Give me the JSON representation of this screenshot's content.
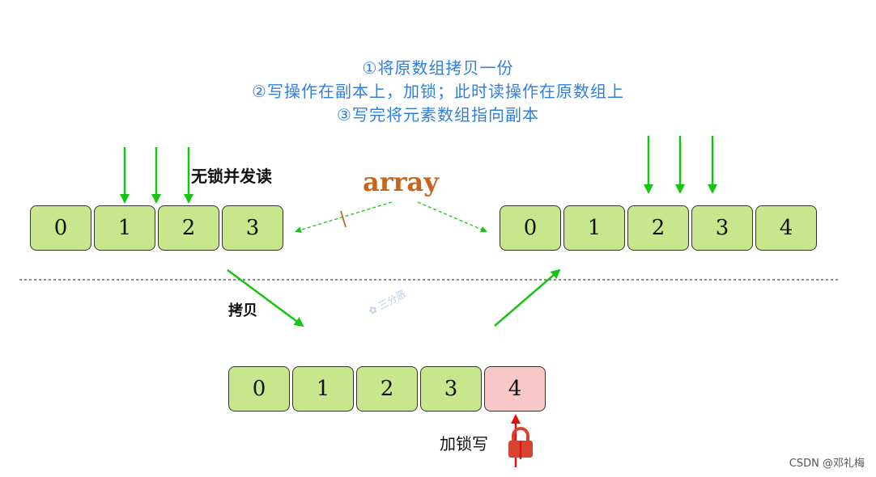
{
  "steps": [
    "①将原数组拷贝一份",
    "②写操作在副本上，加锁；此时读操作在原数组上",
    "③写完将元素数组指向副本"
  ],
  "labels": {
    "lock_free_read": "无锁并发读",
    "array": "array",
    "copy": "拷贝",
    "lock_write": "加锁写"
  },
  "arrays": {
    "original": [
      "0",
      "1",
      "2",
      "3"
    ],
    "updated": [
      "0",
      "1",
      "2",
      "3",
      "4"
    ],
    "copy": [
      "0",
      "1",
      "2",
      "3",
      "4"
    ]
  },
  "watermark": "三分恶",
  "credit": "CSDN @邓礼梅",
  "colors": {
    "cell_fill": "#c8e68c",
    "locked_fill": "#f8c8c8",
    "read_arrow": "#16c416",
    "write_arrow": "#e01010",
    "step_text": "#2f7fe0",
    "array_text": "#c8651a",
    "lock_icon": "#d6432e"
  }
}
